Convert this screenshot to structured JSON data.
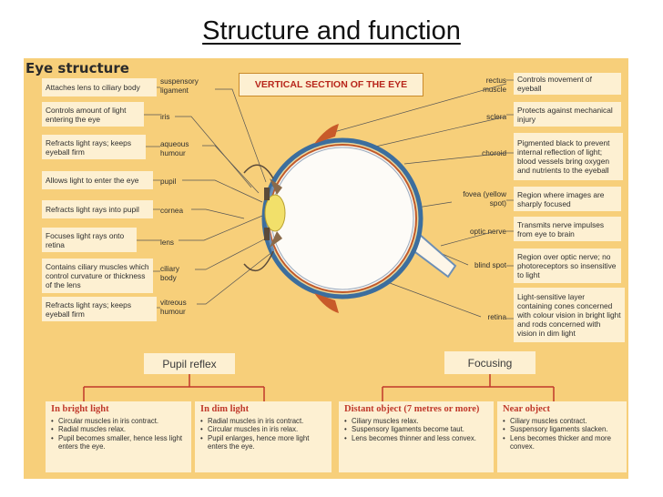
{
  "slide_title": "Structure and function",
  "panel_heading": "Eye structure",
  "diagram_title": "VERTICAL SECTION OF THE EYE",
  "left_functions": [
    "Attaches lens to ciliary body",
    "Controls amount of light entering the eye",
    "Refracts light rays; keeps eyeball firm",
    "Allows light to enter the eye",
    "Refracts light rays into pupil",
    "Focuses light rays onto retina",
    "Contains ciliary muscles which control curvature or thickness of the lens",
    "Refracts light rays; keeps eyeball firm"
  ],
  "left_parts": [
    "suspensory ligament",
    "iris",
    "aqueous humour",
    "pupil",
    "cornea",
    "lens",
    "ciliary body",
    "vitreous humour"
  ],
  "right_parts": [
    "rectus muscle",
    "sclera",
    "choroid",
    "fovea (yellow spot)",
    "optic nerve",
    "blind spot",
    "retina"
  ],
  "right_functions": [
    "Controls movement of eyeball",
    "Protects against mechanical injury",
    "Pigmented black to prevent internal reflection of light; blood vessels bring oxygen and nutrients to the eyeball",
    "Region where images are sharply focused",
    "Transmits nerve impulses from eye to brain",
    "Region over optic nerve; no photoreceptors so insensitive to light",
    "Light-sensitive layer containing cones concerned with colour vision in bright light and rods concerned with vision in dim light"
  ],
  "pupil_reflex": {
    "heading": "Pupil reflex",
    "bright": {
      "title": "In bright light",
      "items": [
        "Circular muscles in iris contract.",
        "Radial muscles relax.",
        "Pupil becomes smaller, hence less light enters the eye."
      ]
    },
    "dim": {
      "title": "In dim light",
      "items": [
        "Radial muscles in iris contract.",
        "Circular muscles in iris relax.",
        "Pupil enlarges, hence more light enters the eye."
      ]
    }
  },
  "focusing": {
    "heading": "Focusing",
    "distant": {
      "title": "Distant object (7 metres or more)",
      "items": [
        "Ciliary muscles relax.",
        "Suspensory ligaments become taut.",
        "Lens becomes thinner and less convex."
      ]
    },
    "near": {
      "title": "Near object",
      "items": [
        "Ciliary muscles contract.",
        "Suspensory ligaments slacken.",
        "Lens becomes thicker and more convex."
      ]
    }
  }
}
